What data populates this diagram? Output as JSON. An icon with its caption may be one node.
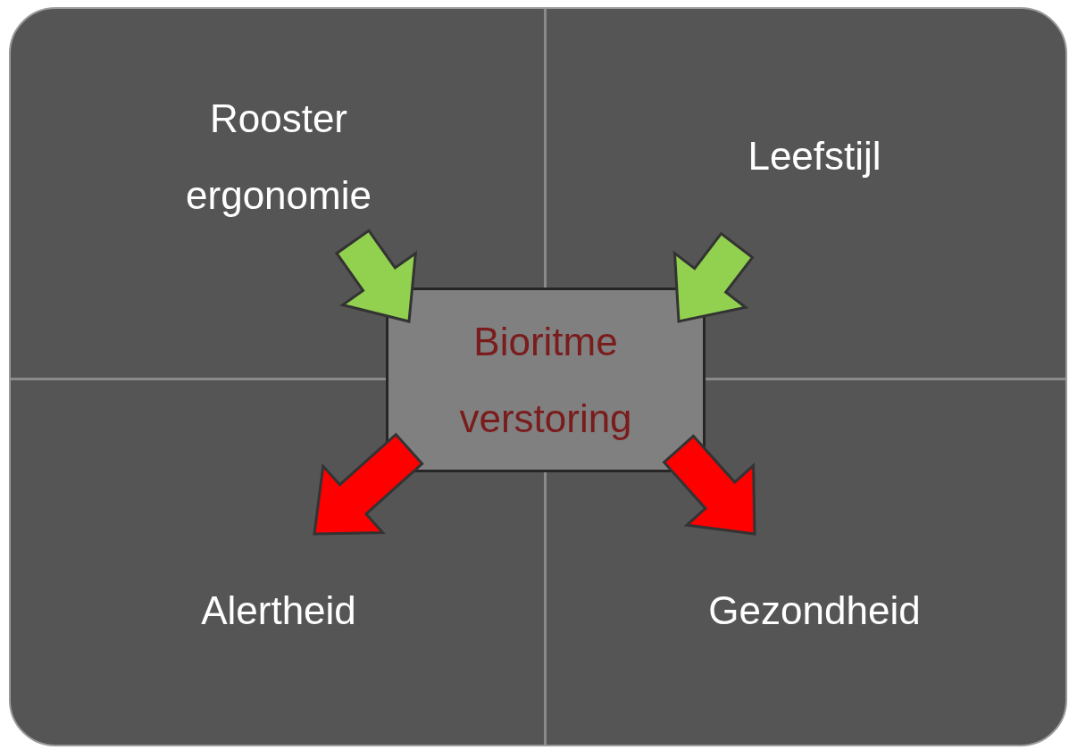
{
  "diagram": {
    "nodes": [
      {
        "text": [],
        "shape": "box"
      },
      {
        "text": [
          "Rooster ergonomie"
        ],
        "in": 0
      },
      {
        "text": [
          "Leefstijl"
        ],
        "in": 0
      },
      {
        "text": [
          "Bioritme verstoring"
        ],
        "in": 0
      },
      {
        "text": [
          "Alertheid"
        ],
        "in": 0
      },
      {
        "text": [
          "Gezondheid"
        ],
        "in": 0
      }
    ],
    "edges": [
      {
        "from": 1,
        "to": 3,
        "arrow": "to",
        "color": "#92d050"
      },
      {
        "from": 2,
        "to": 3,
        "arrow": "to",
        "color": "#92d050"
      },
      {
        "from": 3,
        "to": 4,
        "arrow": "to",
        "color": "#ff0000"
      },
      {
        "from": 3,
        "to": 5,
        "arrow": "to",
        "color": "#ff0000"
      }
    ]
  }
}
